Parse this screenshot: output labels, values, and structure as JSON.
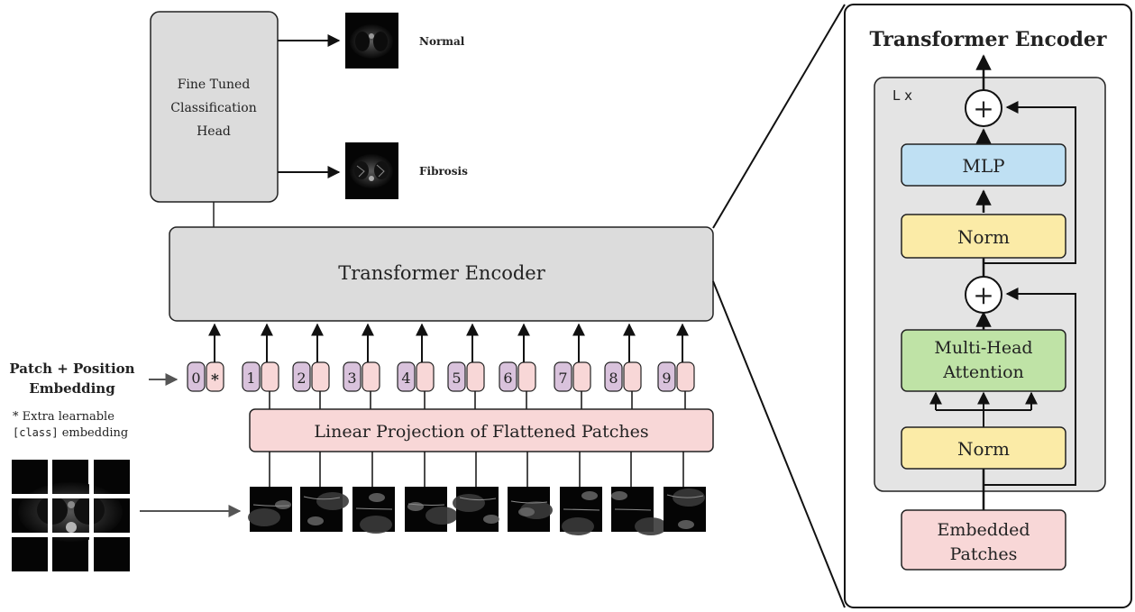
{
  "classification_head": {
    "line1": "Fine Tuned",
    "line2": "Classification",
    "line3": "Head"
  },
  "outputs": [
    {
      "label": "Normal"
    },
    {
      "label": "Fibrosis"
    }
  ],
  "transformer_block_label": "Transformer Encoder",
  "embedding": {
    "title_line1": "Patch + Position",
    "title_line2": "Embedding",
    "note_line1": "* Extra learnable",
    "note_code": "[class]",
    "note_rest": " embedding"
  },
  "tokens": [
    "0",
    "1",
    "2",
    "3",
    "4",
    "5",
    "6",
    "7",
    "8",
    "9"
  ],
  "class_token_marker": "*",
  "projection_label": "Linear Projection of Flattened Patches",
  "encoder_detail": {
    "title": "Transformer Encoder",
    "repeat_label": "L x",
    "mlp": "MLP",
    "norm_top": "Norm",
    "attention_line1": "Multi-Head",
    "attention_line2": "Attention",
    "norm_bottom": "Norm",
    "embedded_line1": "Embedded",
    "embedded_line2": "Patches",
    "plus_symbol": "+"
  },
  "colors": {
    "gray_box": "#dcdcdc",
    "pink_box": "#f8d7d7",
    "purple_token": "#d9c2dc",
    "mlp_blue": "#bfe0f3",
    "norm_yellow": "#fbeba7",
    "attention_green": "#bfe3a6",
    "panel_gray": "#e4e4e4"
  }
}
